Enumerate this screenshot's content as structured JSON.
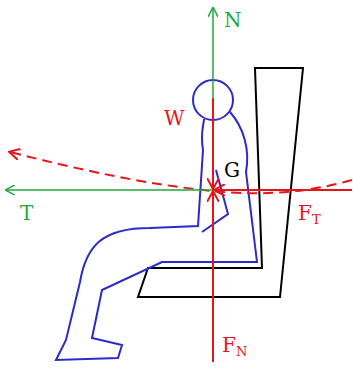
{
  "diagram": {
    "labels": [
      "N",
      "W",
      "G",
      "T",
      "FT",
      "FN"
    ]
  }
}
